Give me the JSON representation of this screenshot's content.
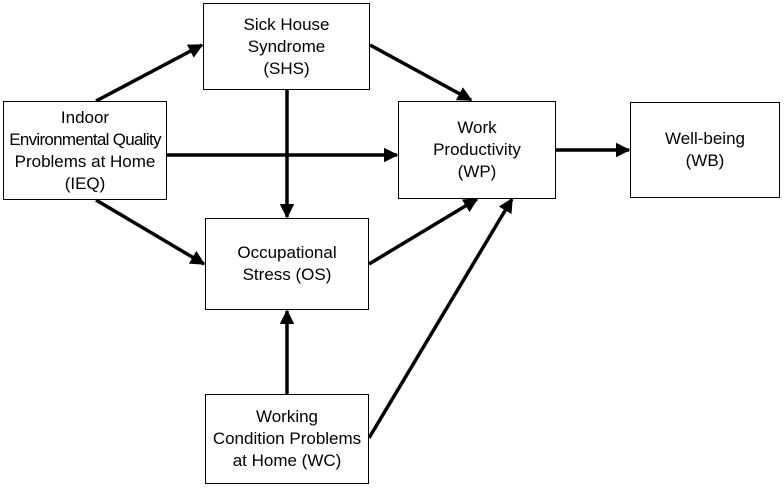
{
  "nodes": {
    "shs": {
      "lines": [
        "Sick House",
        "Syndrome",
        "(SHS)"
      ]
    },
    "ieq": {
      "lines": [
        "Indoor",
        "Environmental Quality",
        "Problems at Home",
        "(IEQ)"
      ]
    },
    "wp": {
      "lines": [
        "Work",
        "Productivity",
        "(WP)"
      ]
    },
    "wb": {
      "lines": [
        "Well-being",
        "(WB)"
      ]
    },
    "os": {
      "lines": [
        "Occupational",
        "Stress (OS)"
      ]
    },
    "wc": {
      "lines": [
        "Working",
        "Condition Problems",
        "at Home (WC)"
      ]
    }
  },
  "edges": [
    {
      "from": "IEQ",
      "to": "SHS"
    },
    {
      "from": "IEQ",
      "to": "WP"
    },
    {
      "from": "IEQ",
      "to": "OS"
    },
    {
      "from": "SHS",
      "to": "WP"
    },
    {
      "from": "SHS",
      "to": "OS"
    },
    {
      "from": "OS",
      "to": "WP"
    },
    {
      "from": "WC",
      "to": "OS"
    },
    {
      "from": "WC",
      "to": "WP"
    },
    {
      "from": "WP",
      "to": "WB"
    }
  ],
  "colors": {
    "stroke": "#000000",
    "fill": "#ffffff"
  }
}
